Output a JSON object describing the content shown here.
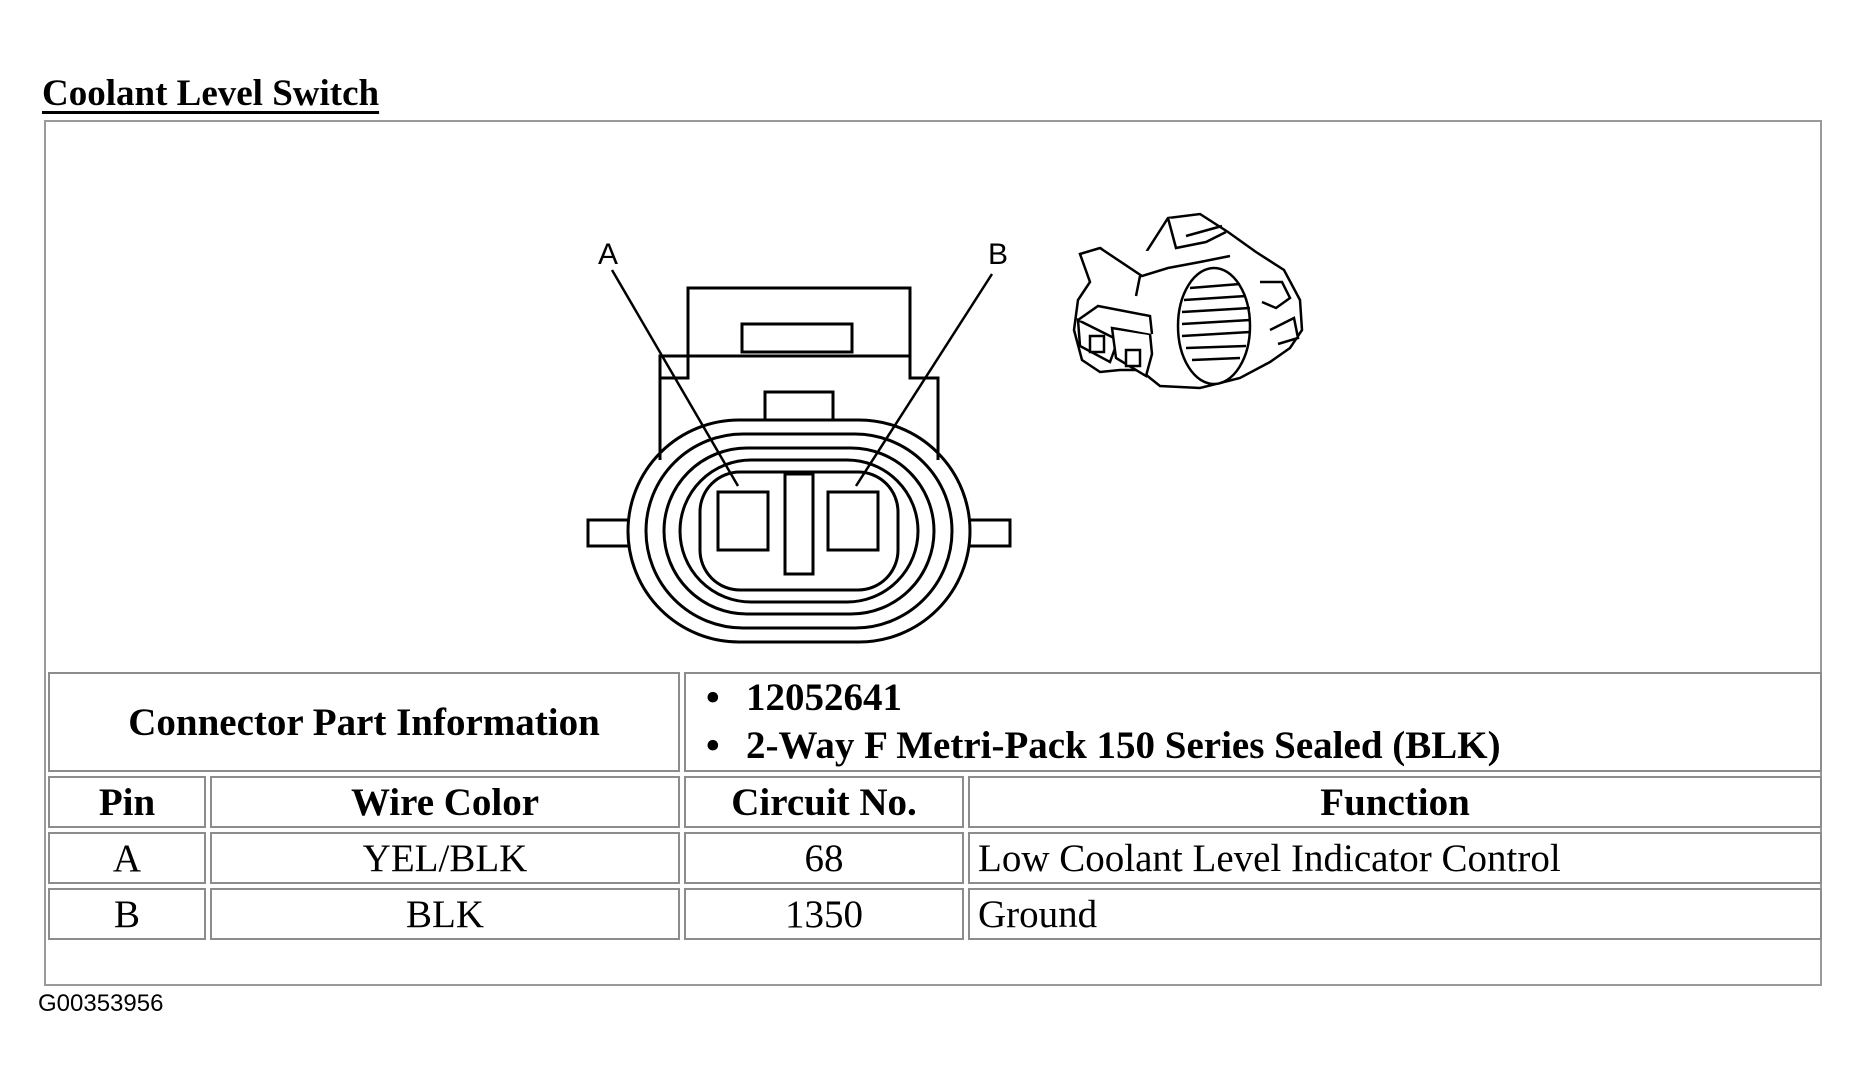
{
  "title": "Coolant Level Switch",
  "diagram": {
    "pin_a_label": "A",
    "pin_b_label": "B",
    "connector_icon": "two-way-connector-face-icon",
    "connector_3d_icon": "connector-perspective-icon"
  },
  "connector_info": {
    "label": "Connector Part Information",
    "items": [
      "12052641",
      "2-Way F Metri-Pack 150 Series Sealed (BLK)"
    ]
  },
  "table": {
    "headers": {
      "pin": "Pin",
      "wire_color": "Wire Color",
      "circuit_no": "Circuit No.",
      "function": "Function"
    },
    "rows": [
      {
        "pin": "A",
        "wire_color": "YEL/BLK",
        "circuit_no": "68",
        "function": "Low Coolant Level Indicator Control"
      },
      {
        "pin": "B",
        "wire_color": "BLK",
        "circuit_no": "1350",
        "function": "Ground"
      }
    ]
  },
  "figure_id": "G00353956"
}
